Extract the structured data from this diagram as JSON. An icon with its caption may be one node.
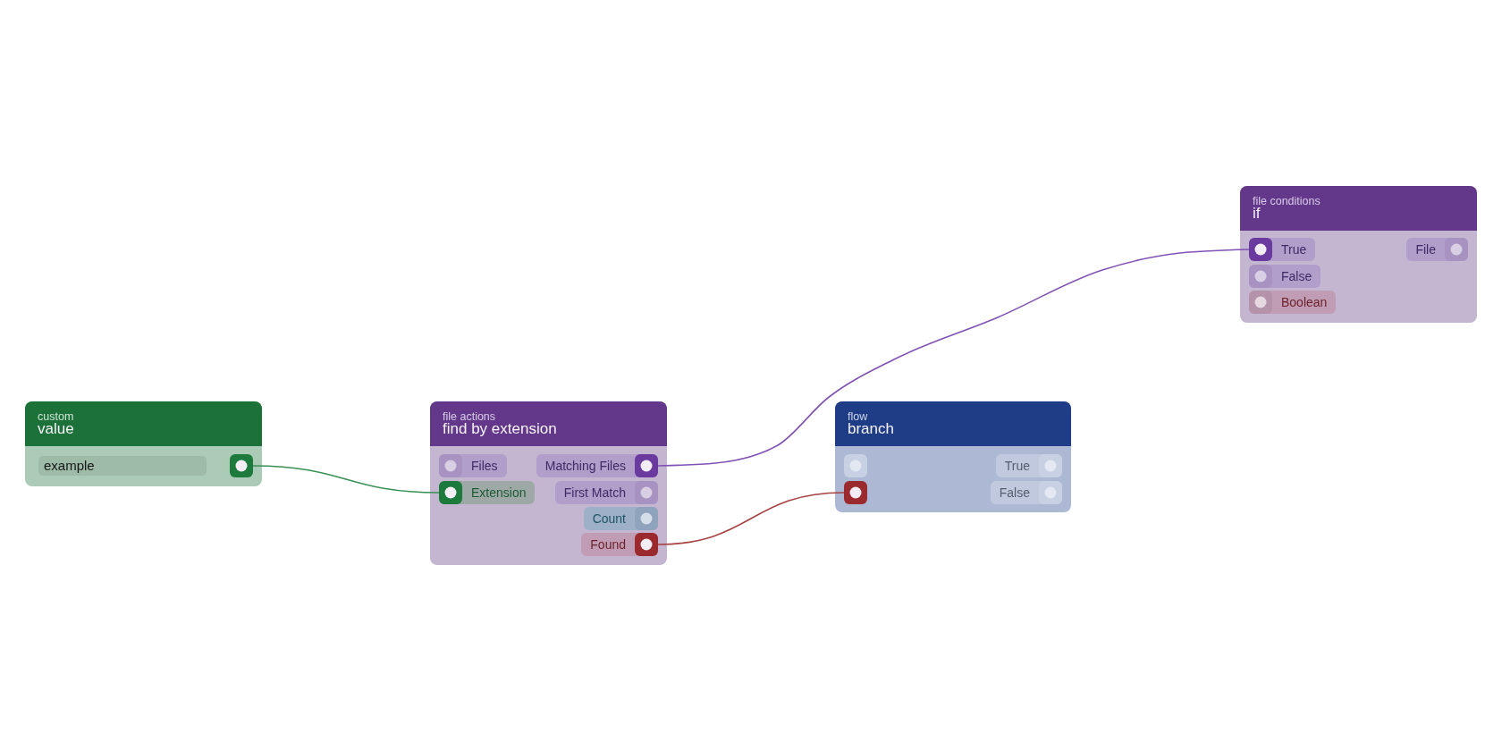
{
  "diagram": {
    "nodes": [
      {
        "text": [
          "custom",
          "value"
        ]
      },
      {
        "text": [
          "example"
        ],
        "in": 0
      },
      {
        "text": [],
        "shape": "box",
        "in": 0
      },
      {
        "text": [
          "file actions",
          "find by extension"
        ]
      },
      {
        "text": [
          "Files"
        ],
        "in": 3
      },
      {
        "text": [
          "Matching Files"
        ],
        "in": 3
      },
      {
        "text": [
          "Extension"
        ],
        "in": 3
      },
      {
        "text": [
          "First Match"
        ],
        "in": 3
      },
      {
        "text": [
          "Count"
        ],
        "in": 3
      },
      {
        "text": [
          "Found"
        ],
        "in": 3
      },
      {
        "text": [
          "flow",
          "branch"
        ]
      },
      {
        "text": [],
        "shape": "box",
        "in": 10
      },
      {
        "text": [
          "True"
        ],
        "in": 10
      },
      {
        "text": [],
        "shape": "box",
        "in": 10
      },
      {
        "text": [
          "False"
        ],
        "in": 10
      },
      {
        "text": [
          "file conditions",
          "if"
        ]
      },
      {
        "text": [
          "True"
        ],
        "in": 15
      },
      {
        "text": [
          "File"
        ],
        "in": 15
      },
      {
        "text": [
          "False"
        ],
        "in": 15
      },
      {
        "text": [
          "Boolean"
        ],
        "in": 15
      }
    ],
    "edges": [
      {
        "from": 2,
        "to": 6,
        "arrow": "none",
        "color": "#3a9056"
      },
      {
        "from": 5,
        "to": 16,
        "arrow": "none",
        "color": "#8152b5"
      },
      {
        "from": 9,
        "to": 13,
        "arrow": "none",
        "color": "#a64242"
      }
    ]
  }
}
